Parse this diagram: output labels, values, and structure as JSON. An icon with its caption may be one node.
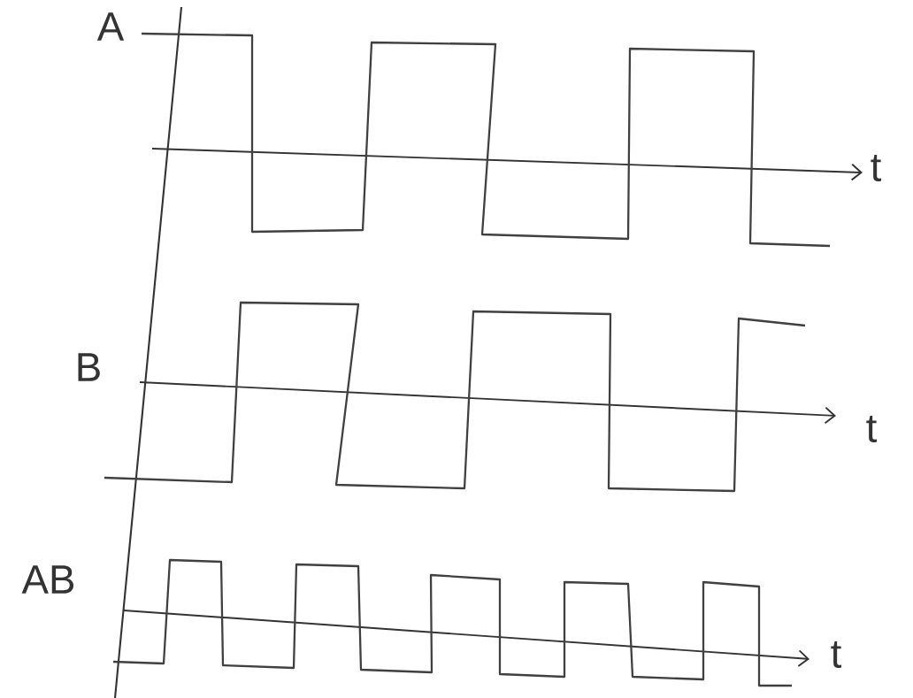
{
  "diagram": {
    "labels": [
      "A",
      "t",
      "B",
      "t",
      "AB",
      "t"
    ]
  }
}
